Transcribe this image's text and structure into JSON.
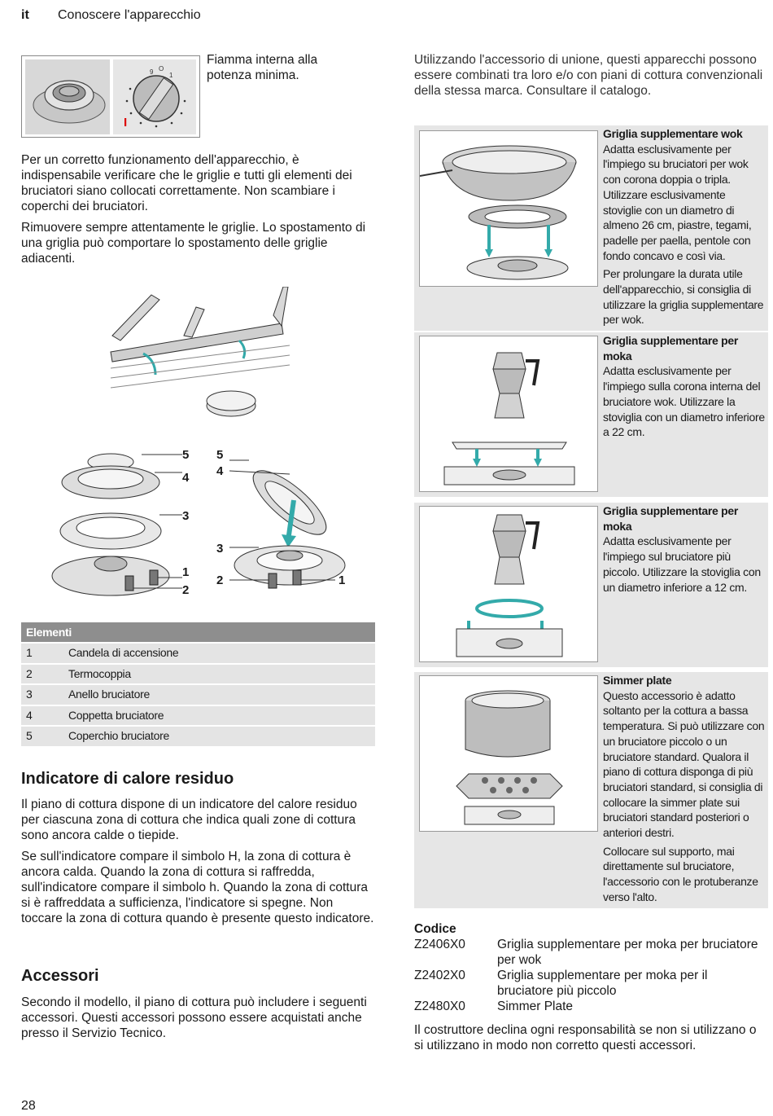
{
  "header": {
    "lang": "it",
    "title": "Conoscere l'apparecchio"
  },
  "page_number": "28",
  "left": {
    "flame_caption": "Fiamma interna alla potenza minima.",
    "para1": "Per un corretto funzionamento dell'apparecchio, è indispensabile verificare che le griglie e tutti gli elementi dei bruciatori siano collocati correttamente. Non scambiare i coperchi dei bruciatori.",
    "para2": "Rimuovere sempre attentamente le griglie. Lo spostamento di una griglia può comportare lo spostamento delle griglie adiacenti.",
    "diagram_labels": [
      "5",
      "4",
      "3",
      "1",
      "2",
      "5",
      "4",
      "3",
      "2",
      "1"
    ],
    "elements_table": {
      "header": "Elementi",
      "rows": [
        {
          "num": "1",
          "label": "Candela di accensione"
        },
        {
          "num": "2",
          "label": "Termocoppia"
        },
        {
          "num": "3",
          "label": "Anello bruciatore"
        },
        {
          "num": "4",
          "label": "Coppetta bruciatore"
        },
        {
          "num": "5",
          "label": "Coperchio bruciatore"
        }
      ]
    },
    "residual": {
      "heading": "Indicatore di calore residuo",
      "para1": "Il piano di cottura dispone di un indicatore del calore residuo per ciascuna zona di cottura che indica quali zone di cottura sono ancora calde o tiepide.",
      "para2": "Se sull'indicatore compare il simbolo H, la zona di cottura è ancora calda. Quando la zona di cottura si raffredda, sull'indicatore compare il simbolo h. Quando la zona di cottura si è raffreddata a sufficienza, l'indicatore si spegne. Non toccare la zona di cottura quando è presente questo indicatore."
    },
    "accessories": {
      "heading": "Accessori",
      "para": "Secondo il modello, il piano di cottura può includere i seguenti accessori. Questi accessori possono essere acquistati anche presso il Servizio Tecnico."
    }
  },
  "right": {
    "intro": "Utilizzando l'accessorio di unione, questi apparecchi possono essere combinati tra loro e/o con piani di cottura convenzionali della stessa marca. Consultare il catalogo.",
    "items": [
      {
        "title": "Griglia supplementare wok",
        "text1": "Adatta esclusivamente per l'impiego su bruciatori per wok con corona doppia o tripla. Utilizzare esclusivamente stoviglie con un diametro di almeno 26 cm, piastre, tegami, padelle per paella, pentole con fondo concavo e così via.",
        "text2": "Per prolungare la durata utile dell'apparecchio, si consiglia di utilizzare la griglia supplementare per wok."
      },
      {
        "title": "Griglia supplementare per moka",
        "text1": "Adatta esclusivamente per l'impiego sulla corona interna del bruciatore wok. Utilizzare la stoviglia con un diametro inferiore a 22 cm.",
        "text2": ""
      },
      {
        "title": "Griglia supplementare per moka",
        "text1": "Adatta esclusivamente per l'impiego sul bruciatore più piccolo. Utilizzare la stoviglia con un diametro inferiore a 12 cm.",
        "text2": ""
      },
      {
        "title": "Simmer plate",
        "text1": "Questo accessorio è adatto soltanto per la cottura a bassa temperatura. Si può utilizzare con un bruciatore piccolo o un bruciatore standard. Qualora il piano di cottura disponga di più bruciatori standard, si consiglia di collocare la simmer plate sui bruciatori standard posteriori o anteriori destri.",
        "text2": "Collocare sul supporto, mai direttamente sul bruciatore, l'accessorio con le protuberanze verso l'alto."
      }
    ],
    "codes": {
      "heading": "Codice",
      "rows": [
        {
          "code": "Z2406X0",
          "desc": "Griglia supplementare per moka per bruciatore per wok"
        },
        {
          "code": "Z2402X0",
          "desc": "Griglia supplementare per moka per il bruciatore più piccolo"
        },
        {
          "code": "Z2480X0",
          "desc": "Simmer Plate"
        }
      ]
    },
    "disclaimer": "Il costruttore declina ogni responsabilità se non si utilizzano o si utilizzano in modo non corretto questi accessori."
  }
}
